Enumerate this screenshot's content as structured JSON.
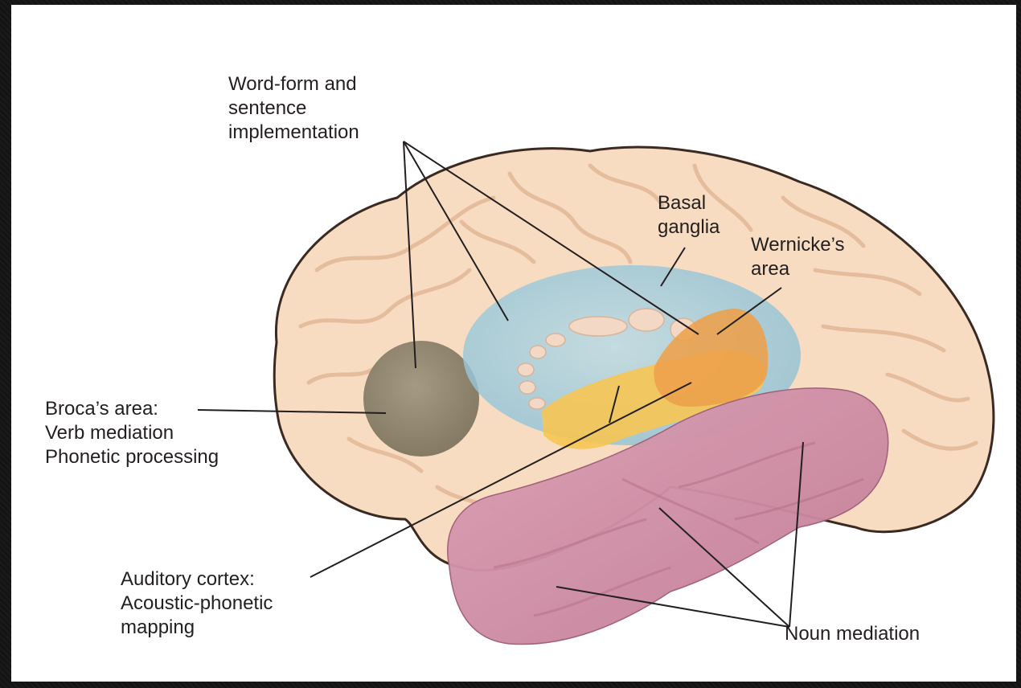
{
  "labels": {
    "word_form": [
      "Word-form and",
      "sentence",
      "implementation"
    ],
    "basal_ganglia": [
      "Basal",
      "ganglia"
    ],
    "wernicke": [
      "Wernicke’s",
      "area"
    ],
    "broca": [
      "Broca’s area:",
      "Verb mediation",
      "Phonetic processing"
    ],
    "auditory": [
      "Auditory cortex:",
      "Acoustic-phonetic",
      "mapping"
    ],
    "noun": [
      "Noun mediation"
    ]
  },
  "colors": {
    "background": "#141414",
    "panel": "#ffffff",
    "brain_fill": "#f7dcc2",
    "brain_outline": "#3a2a22",
    "gyri": "#e7bfa0",
    "basal_ganglia": "#8fc3d6",
    "broca": "#8b8068",
    "auditory": "#f7c95e",
    "wernicke": "#eda14a",
    "temporal": "#cf8fa6",
    "leader_lines": "#231f20",
    "text": "#231f20"
  }
}
